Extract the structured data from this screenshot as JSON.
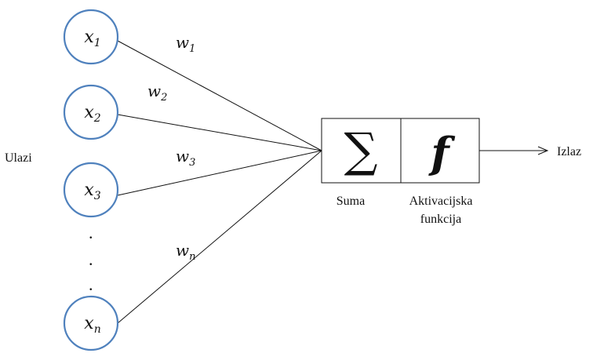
{
  "inputs_label": "Ulazi",
  "output_label": "Izlaz",
  "inputs": [
    {
      "name": "x",
      "sub": "1"
    },
    {
      "name": "x",
      "sub": "2"
    },
    {
      "name": "x",
      "sub": "3"
    },
    {
      "name": "x",
      "sub": "n"
    }
  ],
  "weights": [
    {
      "name": "w",
      "sub": "1"
    },
    {
      "name": "w",
      "sub": "2"
    },
    {
      "name": "w",
      "sub": "3"
    },
    {
      "name": "w",
      "sub": "n"
    }
  ],
  "ellipsis_dots": ".",
  "sum_symbol": "∑",
  "activation_symbol": "f",
  "sum_caption": "Suma",
  "activation_caption_line1": "Aktivacijska",
  "activation_caption_line2": "funkcija",
  "colors": {
    "node_stroke": "#4f81bd",
    "line": "#111111"
  }
}
